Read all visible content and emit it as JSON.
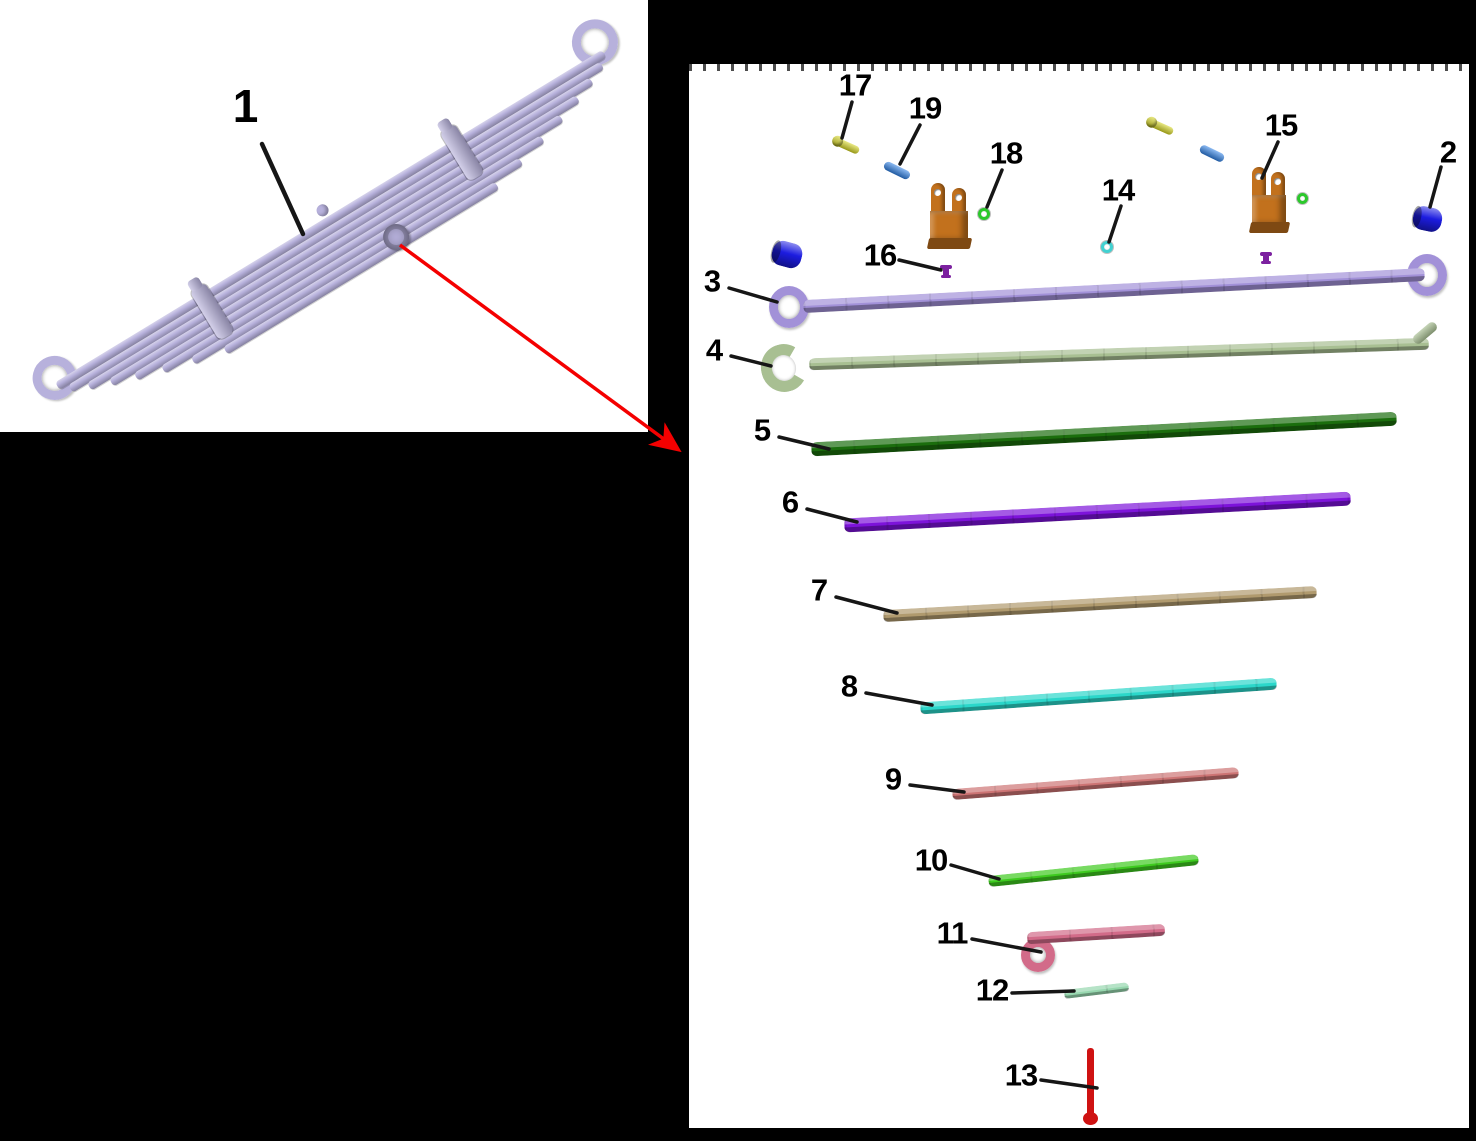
{
  "figure": {
    "type": "exploded-parts-diagram",
    "subject": "multi-leaf spring assembly",
    "views": {
      "assembled": {
        "callout": "1"
      },
      "exploded": {
        "callout_count": 19,
        "border_style": "marching-ants-top"
      }
    },
    "annotation_colors": {
      "leader_line": "#161616",
      "detail_arrow": "#f40000",
      "label_text": "#000000"
    }
  },
  "parts": [
    {
      "num": "1",
      "name": "leaf-spring-assembly",
      "color": "#b7b1dc"
    },
    {
      "num": "2",
      "name": "eye-bushing-blue",
      "color": "#1c1ce0"
    },
    {
      "num": "3",
      "name": "main-leaf-with-eyes",
      "color": "#a291d8"
    },
    {
      "num": "4",
      "name": "second-leaf-wrapper-hooks",
      "color": "#a8bf92"
    },
    {
      "num": "5",
      "name": "third-leaf",
      "color": "#1b6e0d"
    },
    {
      "num": "6",
      "name": "fourth-leaf",
      "color": "#7d13da"
    },
    {
      "num": "7",
      "name": "fifth-leaf",
      "color": "#b09a6e"
    },
    {
      "num": "8",
      "name": "sixth-leaf",
      "color": "#2bd7ca"
    },
    {
      "num": "9",
      "name": "seventh-leaf",
      "color": "#cd7474"
    },
    {
      "num": "10",
      "name": "eighth-leaf",
      "color": "#3ecb1f"
    },
    {
      "num": "11",
      "name": "ninth-leaf-rolled-end",
      "color": "#d26b89"
    },
    {
      "num": "12",
      "name": "bottom-leaf-pad",
      "color": "#97d7af"
    },
    {
      "num": "13",
      "name": "center-bolt",
      "color": "#cf1212"
    },
    {
      "num": "14",
      "name": "washer-cyan",
      "color": "#41d1d1"
    },
    {
      "num": "15",
      "name": "rebound-clip-bracket",
      "color": "#c2711d"
    },
    {
      "num": "16",
      "name": "clip-rivet",
      "color": "#7c21a0"
    },
    {
      "num": "17",
      "name": "clip-bolt-yellow",
      "color": "#d8d821"
    },
    {
      "num": "18",
      "name": "clip-nut-green",
      "color": "#2bc82b"
    },
    {
      "num": "19",
      "name": "clip-spacer-blue",
      "color": "#2f82e8"
    }
  ]
}
